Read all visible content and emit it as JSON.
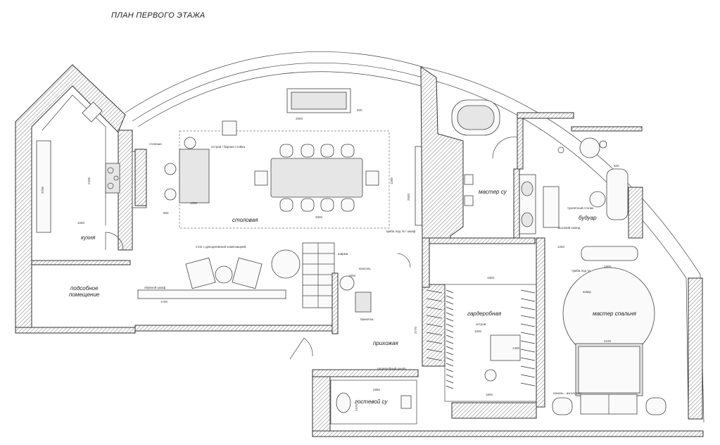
{
  "title": "ПЛАН ПЕРВОГО ЭТАЖА",
  "rooms": {
    "kitchen": "кухня",
    "utility": "подсобное",
    "utility2": "помещение",
    "dining": "столовая",
    "master_bath": "мастер су",
    "boudoir": "будуар",
    "wardrobe": "гардеробная",
    "hallway": "прихожая",
    "guest_bath": "гостевой су",
    "master_bedroom": "мастер спальня"
  },
  "notes": {
    "countertop": "столешн",
    "island": "остров / барная стойка",
    "tv_cabinet": "тумба под тв / шкаф",
    "table_deco": "стол с декоративной композицией",
    "screen": "ширма",
    "console": "консоль",
    "shoe_cabinet": "обувной шкаф",
    "bench": "банкетка",
    "wardrobe_cabinet": "гардеробный шкаф",
    "dressing_table": "туалетный столик",
    "dresser": "высокий комод",
    "tv_stand": "тумба под тв",
    "carpet": "ковер",
    "headboard": "панель - изголовье",
    "ottoman": "остров"
  },
  "dims": {
    "d2000": "2000",
    "d500": "500",
    "d1000": "1000",
    "d1800": "1800",
    "d850": "850",
    "d3000": "3000",
    "d1200": "1200",
    "d2550": "2550",
    "d1700": "1700",
    "d1650": "1650",
    "d2100": "2100",
    "d1400": "1400",
    "d1250": "1250",
    "d1900": "1900",
    "d2950": "2950",
    "d1370": "1370",
    "d3700": "3700",
    "d2430": "2430",
    "d600": "600",
    "d2770": "2770"
  }
}
